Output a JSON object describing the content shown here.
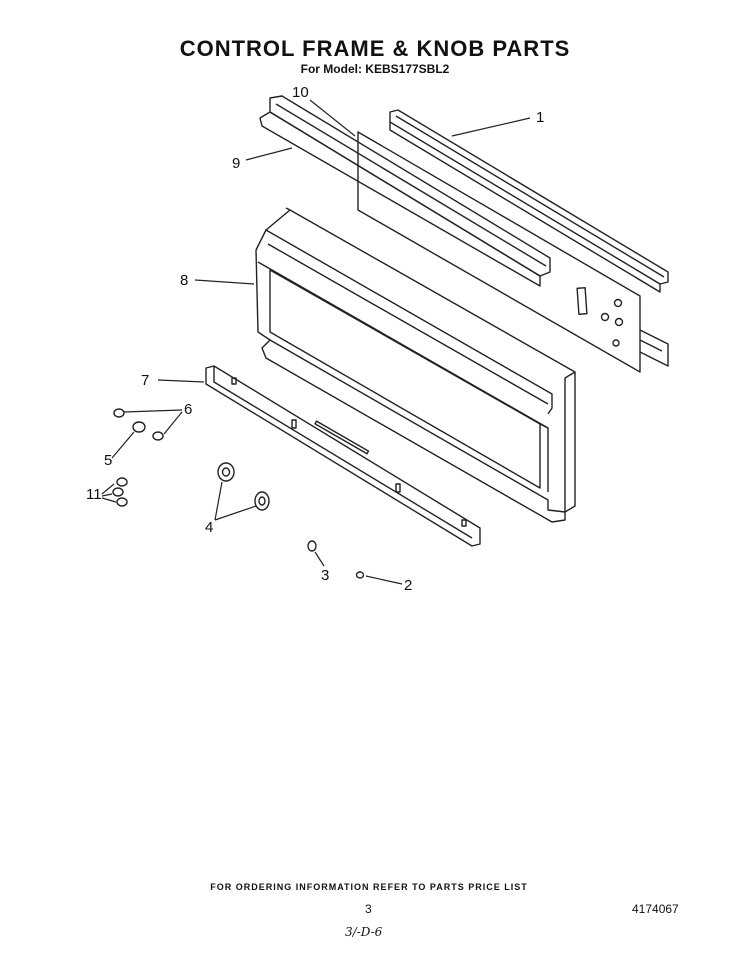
{
  "header": {
    "title": "CONTROL FRAME & KNOB PARTS",
    "subtitle": "For Model: KEBS177SBL2"
  },
  "callouts": {
    "c1": "1",
    "c2": "2",
    "c3": "3",
    "c4": "4",
    "c5": "5",
    "c6": "6",
    "c7": "7",
    "c8": "8",
    "c9": "9",
    "c10": "10",
    "c11": "11"
  },
  "footer": {
    "ordering_note": "FOR ORDERING INFORMATION REFER TO PARTS PRICE LIST",
    "page_number": "3",
    "document_number": "4174067",
    "handwritten_note": "3/-D-6"
  }
}
